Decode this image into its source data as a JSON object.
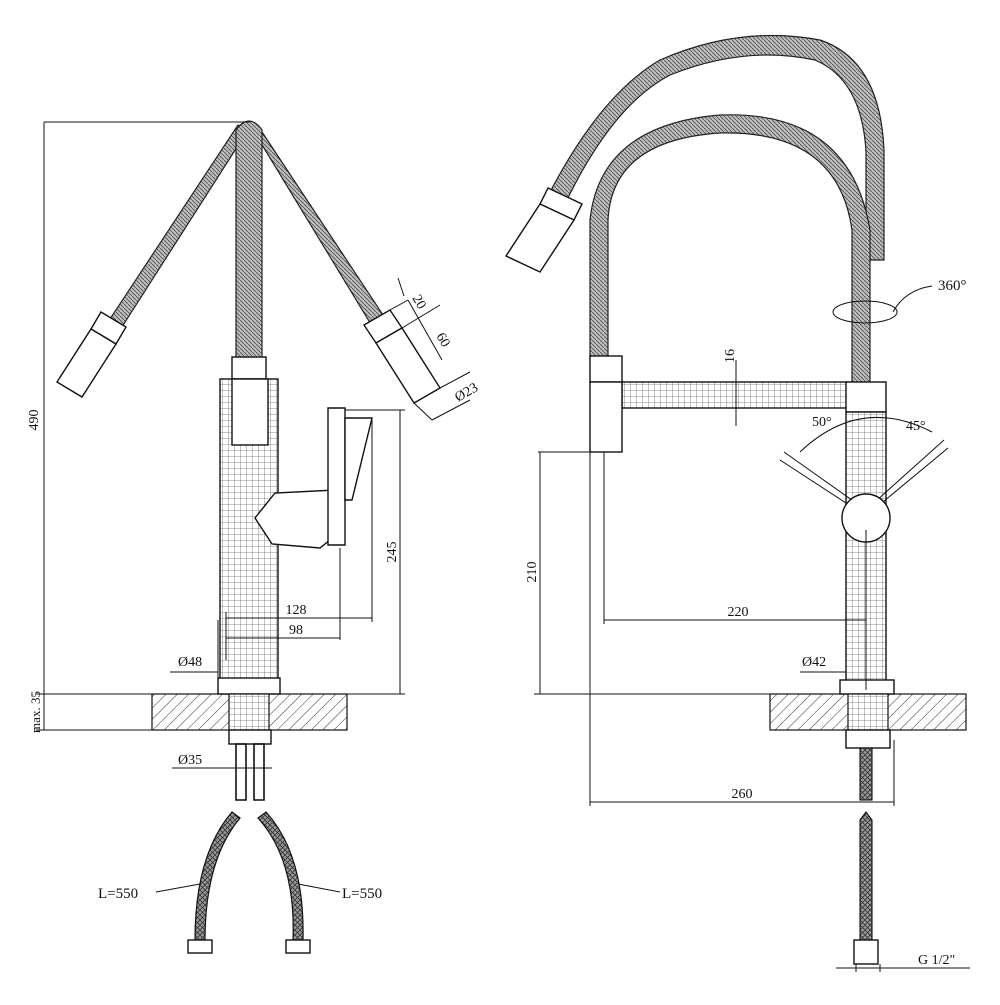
{
  "drawing": {
    "left_view": {
      "dim_height_total": "490",
      "dim_max_35": "max. 35",
      "dim_20": "20",
      "dim_60": "60",
      "dim_d23": "Ø23",
      "dim_245": "245",
      "dim_128": "128",
      "dim_98": "98",
      "dim_d48": "Ø48",
      "dim_d35": "Ø35",
      "hose_left_label": "L=550",
      "hose_right_label": "L=550"
    },
    "right_view": {
      "dim_360": "360°",
      "dim_16": "16",
      "dim_50deg": "50°",
      "dim_45deg": "45°",
      "dim_210": "210",
      "dim_220": "220",
      "dim_d42": "Ø42",
      "dim_260": "260",
      "dim_g12": "G 1/2\""
    }
  }
}
